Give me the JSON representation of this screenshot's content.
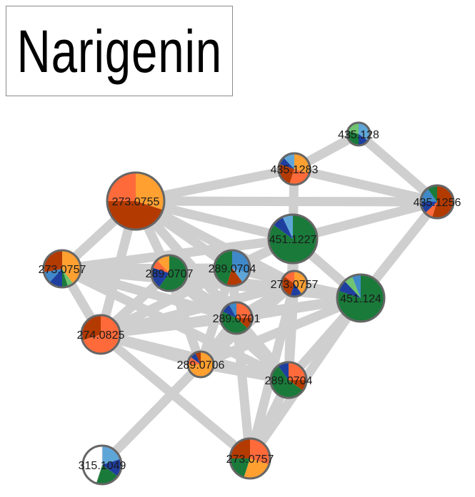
{
  "title": "Narigenin",
  "colors": {
    "edge": "#cfcfcf",
    "node_border": "#666666",
    "green": "#1a7a3a",
    "light_green": "#6fc46f",
    "navy": "#1f3f9f",
    "blue": "#3f89c9",
    "light_blue": "#5fa6d8",
    "dark_orange": "#b33a00",
    "orange": "#ffa031",
    "coral": "#ff6a3a",
    "white": "#ffffff"
  },
  "nodes": [
    {
      "id": "n1",
      "label": "435.128",
      "slices": [
        [
          "light_blue",
          0.35
        ],
        [
          "navy",
          0.15
        ],
        [
          "green",
          0.3
        ],
        [
          "light_green",
          0.2
        ]
      ]
    },
    {
      "id": "n2",
      "label": "435.1283",
      "slices": [
        [
          "orange",
          0.3
        ],
        [
          "coral",
          0.25
        ],
        [
          "dark_orange",
          0.25
        ],
        [
          "navy",
          0.08
        ],
        [
          "light_blue",
          0.12
        ]
      ]
    },
    {
      "id": "n3",
      "label": "435.1256",
      "slices": [
        [
          "dark_orange",
          0.55
        ],
        [
          "coral",
          0.08
        ],
        [
          "navy",
          0.12
        ],
        [
          "blue",
          0.15
        ],
        [
          "green",
          0.1
        ]
      ]
    },
    {
      "id": "n4",
      "label": "273.0755",
      "slices": [
        [
          "orange",
          0.3
        ],
        [
          "dark_orange",
          0.45
        ],
        [
          "coral",
          0.25
        ]
      ]
    },
    {
      "id": "n5",
      "label": "451.1227",
      "slices": [
        [
          "green",
          0.85
        ],
        [
          "navy",
          0.08
        ],
        [
          "light_blue",
          0.07
        ]
      ]
    },
    {
      "id": "n6",
      "label": "273.0757",
      "slices": [
        [
          "orange",
          0.4
        ],
        [
          "light_green",
          0.05
        ],
        [
          "green",
          0.05
        ],
        [
          "navy",
          0.12
        ],
        [
          "blue",
          0.1
        ],
        [
          "dark_orange",
          0.28
        ]
      ]
    },
    {
      "id": "n7",
      "label": "289.0707",
      "slices": [
        [
          "green",
          0.6
        ],
        [
          "navy",
          0.2
        ],
        [
          "coral",
          0.08
        ],
        [
          "orange",
          0.12
        ]
      ]
    },
    {
      "id": "n8",
      "label": "289.0704",
      "slices": [
        [
          "blue",
          0.3
        ],
        [
          "light_blue",
          0.1
        ],
        [
          "dark_orange",
          0.15
        ],
        [
          "green",
          0.45
        ]
      ]
    },
    {
      "id": "n9",
      "label": "273.0757",
      "slices": [
        [
          "orange",
          0.4
        ],
        [
          "navy",
          0.15
        ],
        [
          "dark_orange",
          0.3
        ],
        [
          "coral",
          0.15
        ]
      ]
    },
    {
      "id": "n10",
      "label": "451.124",
      "slices": [
        [
          "green",
          0.8
        ],
        [
          "navy",
          0.08
        ],
        [
          "light_green",
          0.06
        ],
        [
          "blue",
          0.06
        ]
      ]
    },
    {
      "id": "n11",
      "label": "289.0701",
      "slices": [
        [
          "coral",
          0.25
        ],
        [
          "dark_orange",
          0.12
        ],
        [
          "green",
          0.45
        ],
        [
          "navy",
          0.1
        ],
        [
          "blue",
          0.08
        ]
      ]
    },
    {
      "id": "n12",
      "label": "274.0825",
      "slices": [
        [
          "coral",
          0.7
        ],
        [
          "dark_orange",
          0.3
        ]
      ]
    },
    {
      "id": "n13",
      "label": "289.0706",
      "slices": [
        [
          "orange",
          0.75
        ],
        [
          "coral",
          0.1
        ],
        [
          "navy",
          0.08
        ],
        [
          "dark_orange",
          0.07
        ]
      ]
    },
    {
      "id": "n14",
      "label": "289.0704",
      "slices": [
        [
          "coral",
          0.25
        ],
        [
          "dark_orange",
          0.1
        ],
        [
          "green",
          0.55
        ],
        [
          "navy",
          0.1
        ]
      ]
    },
    {
      "id": "n15",
      "label": "315.1049",
      "slices": [
        [
          "light_blue",
          0.2
        ],
        [
          "navy",
          0.15
        ],
        [
          "green",
          0.2
        ],
        [
          "white",
          0.45
        ]
      ]
    },
    {
      "id": "n16",
      "label": "273.0757",
      "slices": [
        [
          "coral",
          0.3
        ],
        [
          "orange",
          0.25
        ],
        [
          "green",
          0.2
        ],
        [
          "dark_orange",
          0.25
        ]
      ]
    }
  ],
  "edges": [
    [
      "n1",
      "n2"
    ],
    [
      "n1",
      "n3"
    ],
    [
      "n2",
      "n3"
    ],
    [
      "n2",
      "n4"
    ],
    [
      "n2",
      "n5"
    ],
    [
      "n3",
      "n4"
    ],
    [
      "n3",
      "n5"
    ],
    [
      "n3",
      "n10"
    ],
    [
      "n4",
      "n5"
    ],
    [
      "n4",
      "n6"
    ],
    [
      "n4",
      "n7"
    ],
    [
      "n4",
      "n8"
    ],
    [
      "n4",
      "n9"
    ],
    [
      "n4",
      "n11"
    ],
    [
      "n4",
      "n12"
    ],
    [
      "n4",
      "n14"
    ],
    [
      "n5",
      "n6"
    ],
    [
      "n5",
      "n8"
    ],
    [
      "n5",
      "n9"
    ],
    [
      "n5",
      "n10"
    ],
    [
      "n5",
      "n12"
    ],
    [
      "n5",
      "n14"
    ],
    [
      "n6",
      "n7"
    ],
    [
      "n6",
      "n8"
    ],
    [
      "n6",
      "n10"
    ],
    [
      "n6",
      "n11"
    ],
    [
      "n6",
      "n12"
    ],
    [
      "n6",
      "n14"
    ],
    [
      "n7",
      "n8"
    ],
    [
      "n7",
      "n10"
    ],
    [
      "n7",
      "n11"
    ],
    [
      "n7",
      "n12"
    ],
    [
      "n7",
      "n13"
    ],
    [
      "n7",
      "n14"
    ],
    [
      "n8",
      "n9"
    ],
    [
      "n8",
      "n11"
    ],
    [
      "n8",
      "n13"
    ],
    [
      "n9",
      "n10"
    ],
    [
      "n9",
      "n11"
    ],
    [
      "n9",
      "n12"
    ],
    [
      "n9",
      "n13"
    ],
    [
      "n9",
      "n14"
    ],
    [
      "n9",
      "n16"
    ],
    [
      "n10",
      "n11"
    ],
    [
      "n10",
      "n12"
    ],
    [
      "n10",
      "n13"
    ],
    [
      "n10",
      "n14"
    ],
    [
      "n10",
      "n16"
    ],
    [
      "n11",
      "n12"
    ],
    [
      "n11",
      "n13"
    ],
    [
      "n11",
      "n14"
    ],
    [
      "n11",
      "n16"
    ],
    [
      "n12",
      "n13"
    ],
    [
      "n12",
      "n14"
    ],
    [
      "n12",
      "n16"
    ],
    [
      "n13",
      "n14"
    ],
    [
      "n13",
      "n15"
    ],
    [
      "n14",
      "n16"
    ]
  ]
}
